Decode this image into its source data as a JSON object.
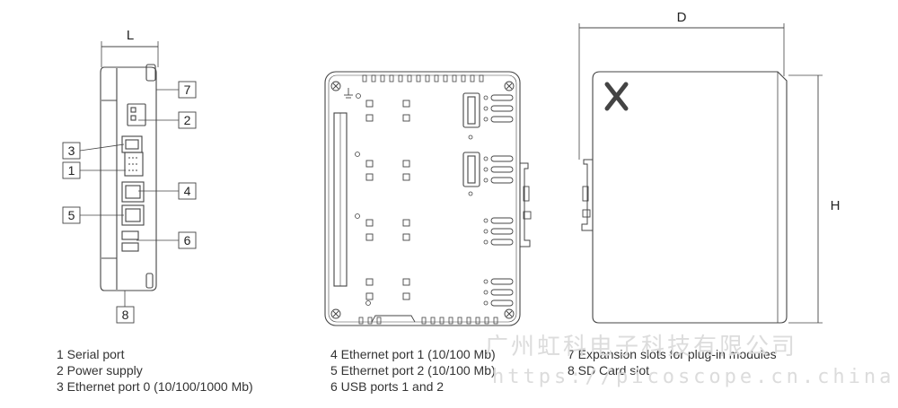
{
  "dimensions": {
    "length": "L",
    "depth": "D",
    "height": "H"
  },
  "callouts": [
    "1",
    "2",
    "3",
    "4",
    "5",
    "6",
    "7",
    "8"
  ],
  "legend": {
    "col1": [
      "1 Serial port",
      "2 Power supply",
      "3 Ethernet port 0 (10/100/1000 Mb)"
    ],
    "col2": [
      "4 Ethernet port 1 (10/100 Mb)",
      "5 Ethernet port 2 (10/100 Mb)",
      "6 USB ports 1 and 2"
    ],
    "col3": [
      "7 Expansion slots for plug-in modules",
      "8 SD Card slot"
    ]
  },
  "watermark": {
    "company": "广州虹科电子科技有限公司",
    "url": "https://picoscope.cn.china.cn"
  }
}
